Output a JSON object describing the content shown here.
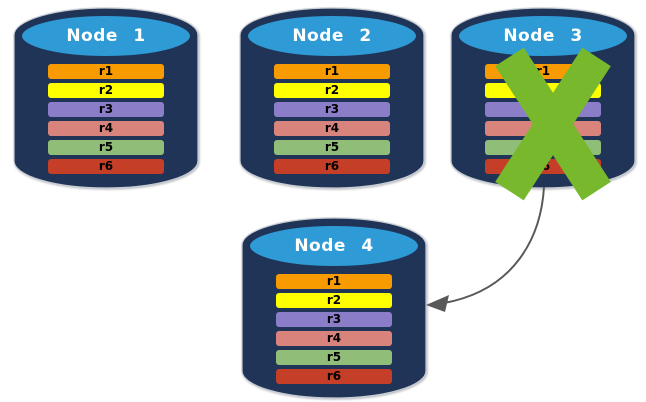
{
  "nodes": [
    {
      "label": "Node 1",
      "rows": [
        "r1",
        "r2",
        "r3",
        "r4",
        "r5",
        "r6"
      ],
      "status": "ok"
    },
    {
      "label": "Node 2",
      "rows": [
        "r1",
        "r2",
        "r3",
        "r4",
        "r5",
        "r6"
      ],
      "status": "ok"
    },
    {
      "label": "Node 3",
      "rows": [
        "r1",
        "r2",
        "r3",
        "r4",
        "r5",
        "r6"
      ],
      "status": "failed"
    },
    {
      "label": "Node 4",
      "rows": [
        "r1",
        "r2",
        "r3",
        "r4",
        "r5",
        "r6"
      ],
      "status": "ok"
    }
  ],
  "arrow": {
    "from": "Node 3",
    "to": "Node 4"
  },
  "icons": {
    "failure": "x-mark-icon",
    "transfer": "curved-arrow-icon",
    "node": "database-cylinder"
  },
  "colors": {
    "cylinder_body": "#1F3456",
    "cylinder_top": "#2E9BD6",
    "cylinder_rim": "#C8CDD4",
    "row_r1": "#F79B00",
    "row_r2": "#FFFF00",
    "row_r3": "#8B7DC8",
    "row_r4": "#D9837D",
    "row_r5": "#90BE78",
    "row_r6": "#C43E28",
    "row_text": "#000000",
    "title_text": "#FFFFFF",
    "x_mark": "#77B82D",
    "arrow": "#595959"
  }
}
